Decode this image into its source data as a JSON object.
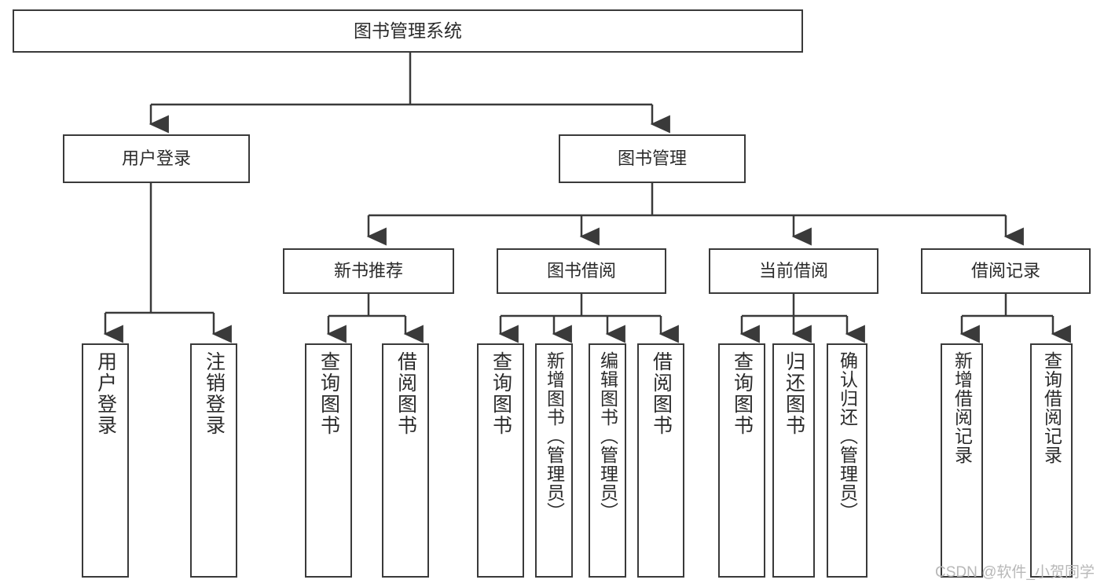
{
  "diagram": {
    "title": "图书管理系统",
    "type": "tree-hierarchy",
    "watermark": "CSDN @软件_小贺同学",
    "colors": {
      "box_border": "#3a3a3a",
      "box_fill": "#ffffff",
      "line": "#3a3a3a",
      "text": "#2b2b2b",
      "watermark": "#b8b8b8",
      "background": "#ffffff"
    },
    "nodes": {
      "root": {
        "label": "图书管理系统"
      },
      "level2": [
        {
          "label": "用户登录"
        },
        {
          "label": "图书管理"
        }
      ],
      "level3": [
        {
          "label": "新书推荐"
        },
        {
          "label": "图书借阅"
        },
        {
          "label": "当前借阅"
        },
        {
          "label": "借阅记录"
        }
      ],
      "leaves_user_login": [
        {
          "label": "用户登录"
        },
        {
          "label": "注销登录"
        }
      ],
      "leaves_new_book": [
        {
          "label": "查询图书"
        },
        {
          "label": "借阅图书"
        }
      ],
      "leaves_borrow": [
        {
          "label": "查询图书"
        },
        {
          "label": "新增图书（管理员）"
        },
        {
          "label": "编辑图书（管理员）"
        },
        {
          "label": "借阅图书"
        }
      ],
      "leaves_current": [
        {
          "label": "查询图书"
        },
        {
          "label": "归还图书"
        },
        {
          "label": "确认归还（管理员）"
        }
      ],
      "leaves_record": [
        {
          "label": "新增借阅记录"
        },
        {
          "label": "查询借阅记录"
        }
      ]
    }
  }
}
